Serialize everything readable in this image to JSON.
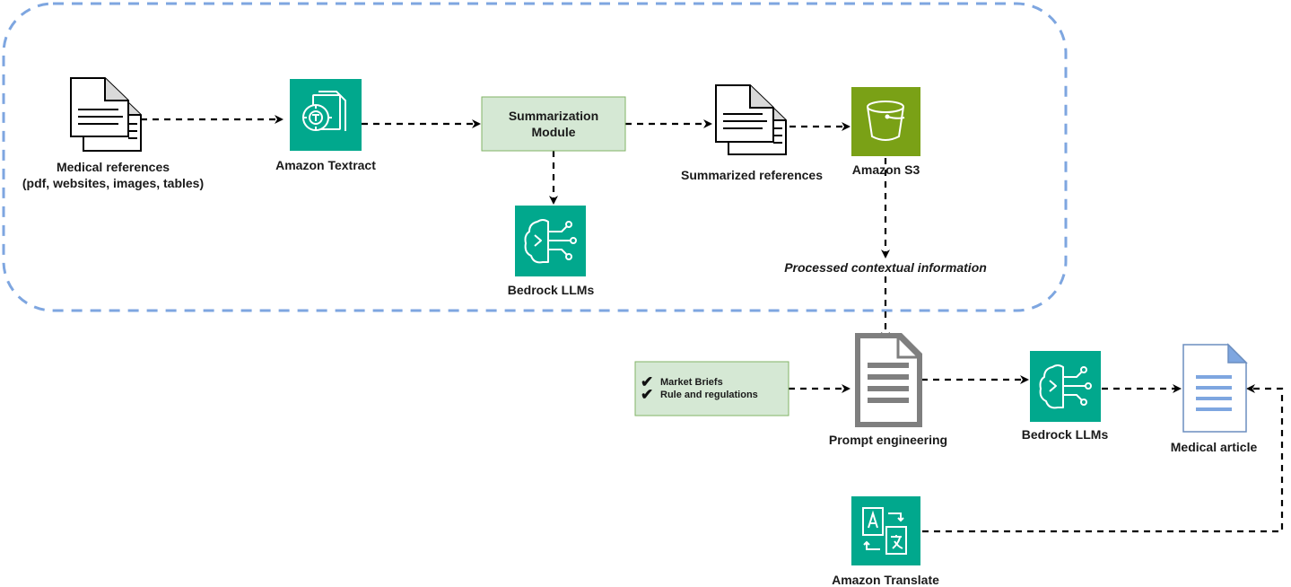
{
  "nodes": {
    "medical_references": {
      "label_line1": "Medical references",
      "label_line2": "(pdf, websites, images, tables)"
    },
    "amazon_textract": {
      "label": "Amazon Textract"
    },
    "summarization_module": {
      "label_line1": "Summarization",
      "label_line2": "Module"
    },
    "bedrock_llms_top": {
      "label": "Bedrock LLMs"
    },
    "summarized_references": {
      "label": "Summarized references"
    },
    "amazon_s3": {
      "label": "Amazon S3"
    },
    "processed_context": {
      "label": "Processed contextual information"
    },
    "market_box": {
      "items": [
        "Market Briefs",
        "Rule and regulations"
      ]
    },
    "prompt_engineering": {
      "label": "Prompt engineering"
    },
    "bedrock_llms_bottom": {
      "label": "Bedrock LLMs"
    },
    "medical_article": {
      "label": "Medical article"
    },
    "amazon_translate": {
      "label": "Amazon Translate"
    }
  },
  "colors": {
    "aws_ml_green": "#01a88d",
    "aws_storage_green": "#7aa116",
    "module_fill": "#d5e8d4",
    "module_stroke": "#82b366",
    "group_border": "#7ea6e0",
    "article_blue": "#7ea6e0"
  }
}
